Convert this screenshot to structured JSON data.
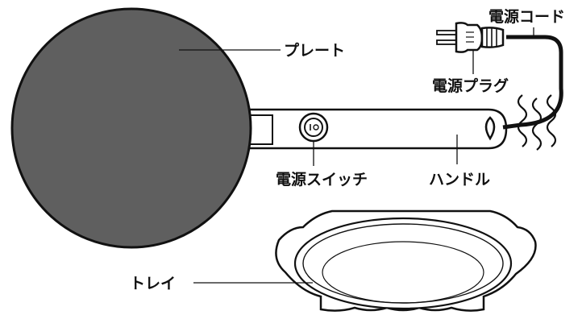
{
  "labels": {
    "plate": "プレート",
    "power_cord": "電源コード",
    "power_plug": "電源プラグ",
    "power_switch": "電源スイッチ",
    "handle": "ハンドル",
    "tray": "トレイ"
  },
  "colors": {
    "plate_fill": "#5f5f5f",
    "outline": "#111111"
  }
}
